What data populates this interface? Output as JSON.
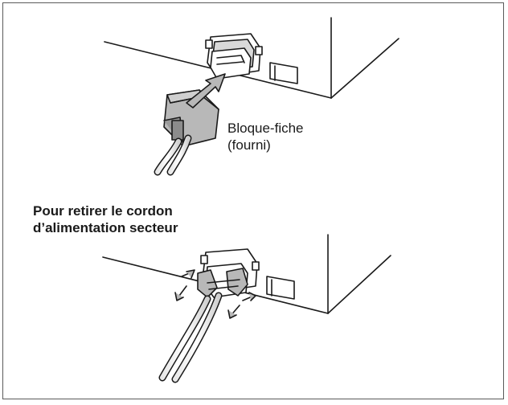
{
  "labels": {
    "plug_holder_line1": "Bloque-fiche",
    "plug_holder_line2": "(fourni)",
    "remove_heading_line1": "Pour retirer le cordon",
    "remove_heading_line2": "d’alimentation secteur"
  },
  "colors": {
    "stroke": "#1a1a1a",
    "fill_gray": "#b8b8b8",
    "fill_dark": "#8c8c8c",
    "frame": "#5a5a5a"
  }
}
